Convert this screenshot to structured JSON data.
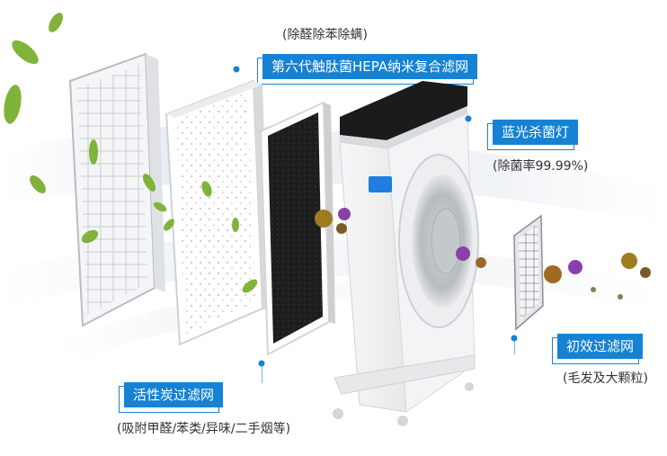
{
  "labels": {
    "hepa": {
      "top_note": "(除醛除苯除螨)",
      "title": "第六代触肽菌HEPA纳米复合滤网"
    },
    "uv_lamp": {
      "title": "蓝光杀菌灯",
      "note": "(除菌率99.99%)"
    },
    "carbon": {
      "title": "活性炭过滤网",
      "note": "(吸附甲醛/苯类/异味/二手烟等)"
    },
    "prefilter": {
      "title": "初效过滤网",
      "note": "(毛发及大颗粒)"
    }
  },
  "colors": {
    "accent": "#1682d4",
    "text": "#333333",
    "leaf": "#7fb33a",
    "carbon": "#1a1a1a",
    "frame": "#f2f2f2",
    "blue_panel": "#1f7ee0"
  }
}
